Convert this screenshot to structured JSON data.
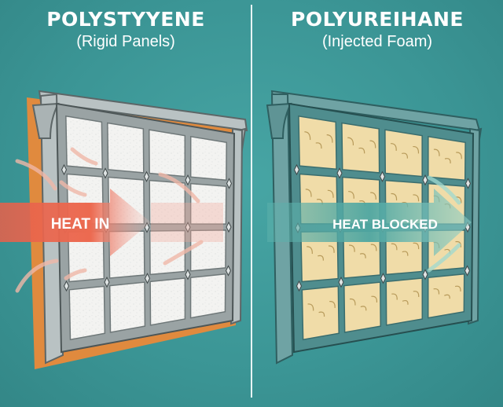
{
  "panels": {
    "left": {
      "title": "POLYSTYYENE",
      "subtitle": "(Rigid Panels)",
      "arrow_label": "HEAT IN"
    },
    "right": {
      "title": "POLYUREIHANE",
      "subtitle": "(Injected Foam)",
      "arrow_label": "HEAT BLOCKED"
    }
  },
  "colors": {
    "background": "#3e9a9a",
    "frame_left": "#9aa3a4",
    "frame_right": "#4f8d8e",
    "rigid_panel": "#f2f2f0",
    "foam": "#f0dca8",
    "heat_arrow": "#e8604a",
    "blocked_arrow": "#8fd0c8",
    "trim_orange": "#e08a3e"
  },
  "icons": {
    "heat_arrow": "arrow-right-icon",
    "wavy_heat": "wavy-arrow-icon"
  }
}
